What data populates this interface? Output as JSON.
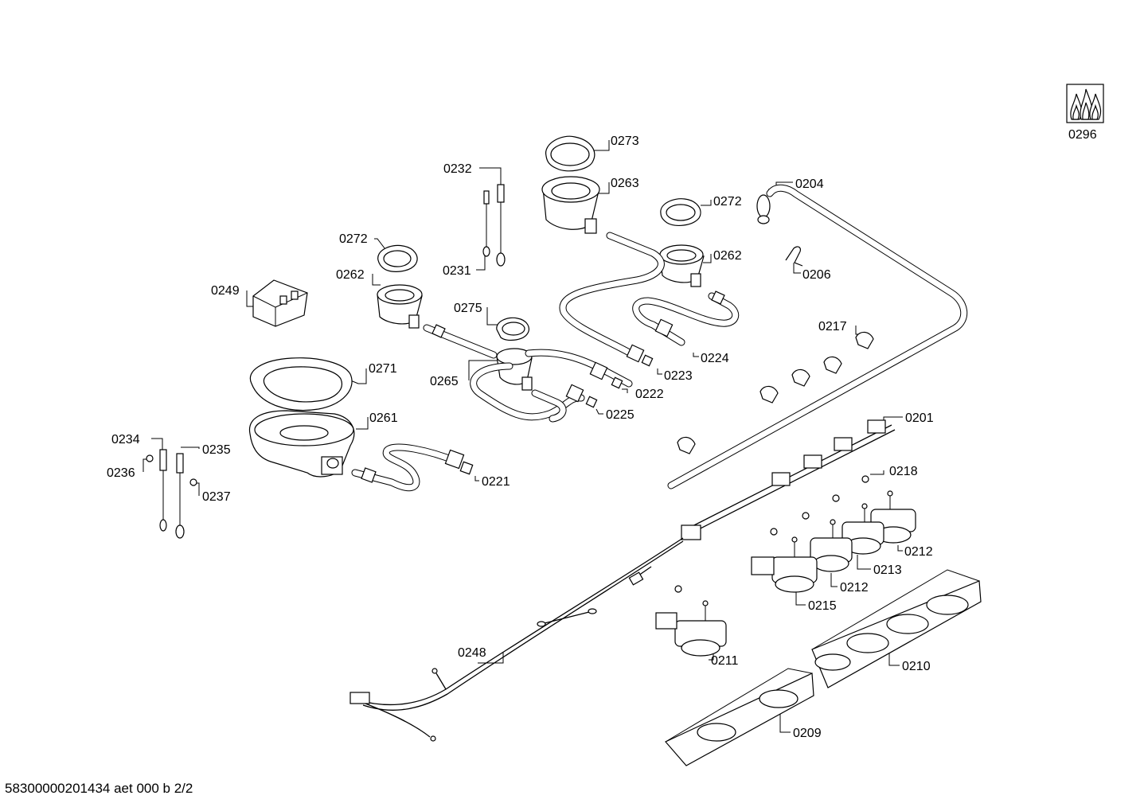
{
  "labels": {
    "l0296": "0296",
    "l0273": "0273",
    "l0232": "0232",
    "l0263": "0263",
    "l0204": "0204",
    "l0272a": "0272",
    "l0272b": "0272",
    "l0262a": "0262",
    "l0262b": "0262",
    "l0206": "0206",
    "l0231": "0231",
    "l0249": "0249",
    "l0275": "0275",
    "l0217": "0217",
    "l0224": "0224",
    "l0265": "0265",
    "l0223": "0223",
    "l0271": "0271",
    "l0222": "0222",
    "l0225": "0225",
    "l0261": "0261",
    "l0201": "0201",
    "l0234": "0234",
    "l0235": "0235",
    "l0236": "0236",
    "l0221": "0221",
    "l0218": "0218",
    "l0237": "0237",
    "l0212a": "0212",
    "l0213": "0213",
    "l0212b": "0212",
    "l0215": "0215",
    "l0211": "0211",
    "l0248": "0248",
    "l0210": "0210",
    "l0209": "0209"
  },
  "footer": "58300000201434 aet 000 b 2/2",
  "gas_symbol_icon": "flames-icon"
}
